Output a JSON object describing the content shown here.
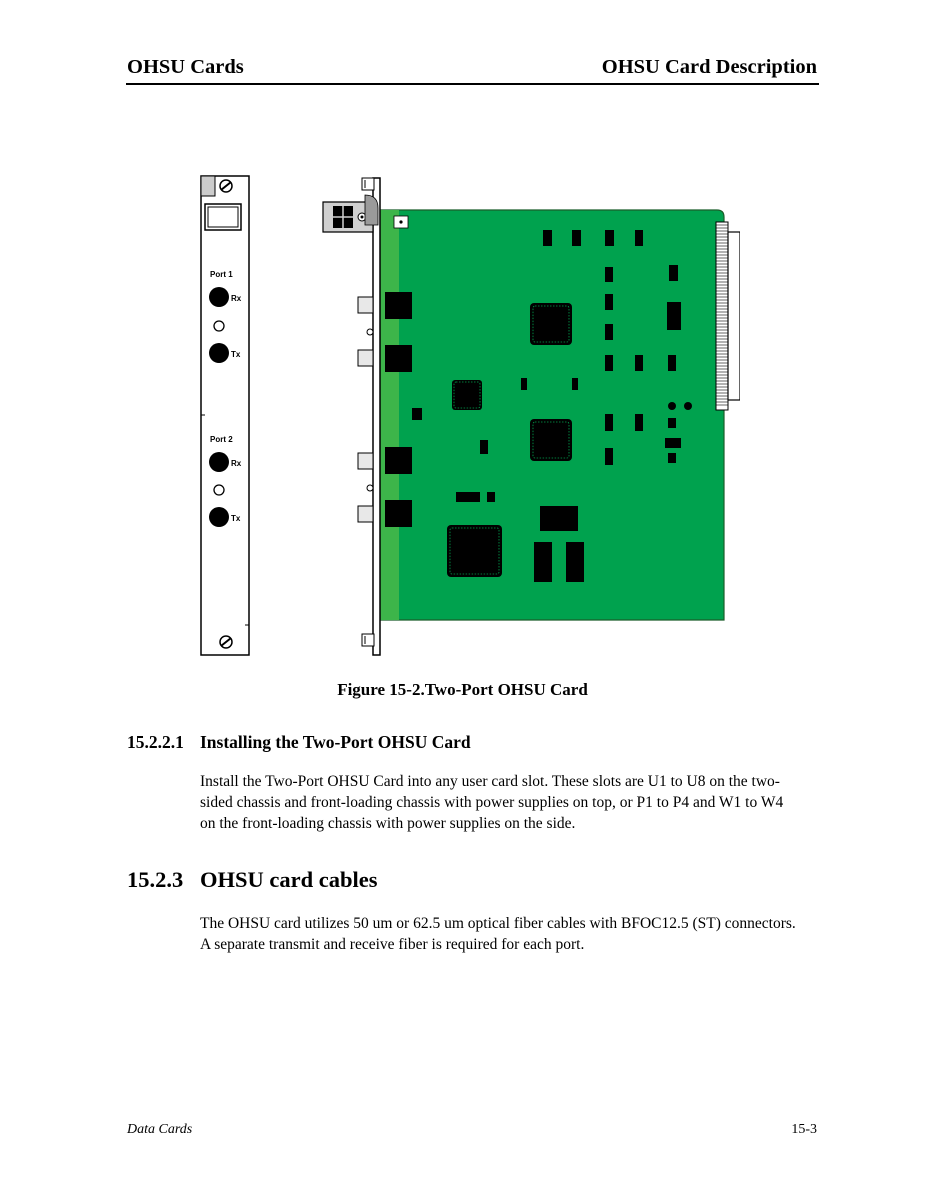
{
  "header": {
    "left": "OHSU Cards",
    "right": "OHSU Card Description"
  },
  "figure": {
    "port1_label": "Port 1",
    "port2_label": "Port 2",
    "rx_label": "Rx",
    "tx_label": "Tx",
    "colors": {
      "board": "#00A24E",
      "board_edge": "#3DB54A",
      "board_outline": "#1A5E2A",
      "chip": "#000000",
      "connector": "#D0D0D0"
    },
    "caption": "Figure 15-2.Two-Port OHSU Card"
  },
  "section_install": {
    "number": "15.2.2.1",
    "title": "Installing the Two-Port OHSU Card",
    "body": "Install the Two-Port OHSU Card into any user card slot. These slots are U1 to U8 on the two-sided chassis and front-loading chassis with power supplies on top, or P1 to P4 and W1 to W4 on the front-loading chassis with power supplies on the side."
  },
  "section_cables": {
    "number": "15.2.3",
    "title": "OHSU card cables",
    "body": "The OHSU card utilizes 50 um or 62.5 um optical fiber cables with BFOC12.5 (ST) connectors. A separate transmit and receive fiber is required for each port."
  },
  "footer": {
    "left": "Data Cards",
    "right": "15-3"
  }
}
